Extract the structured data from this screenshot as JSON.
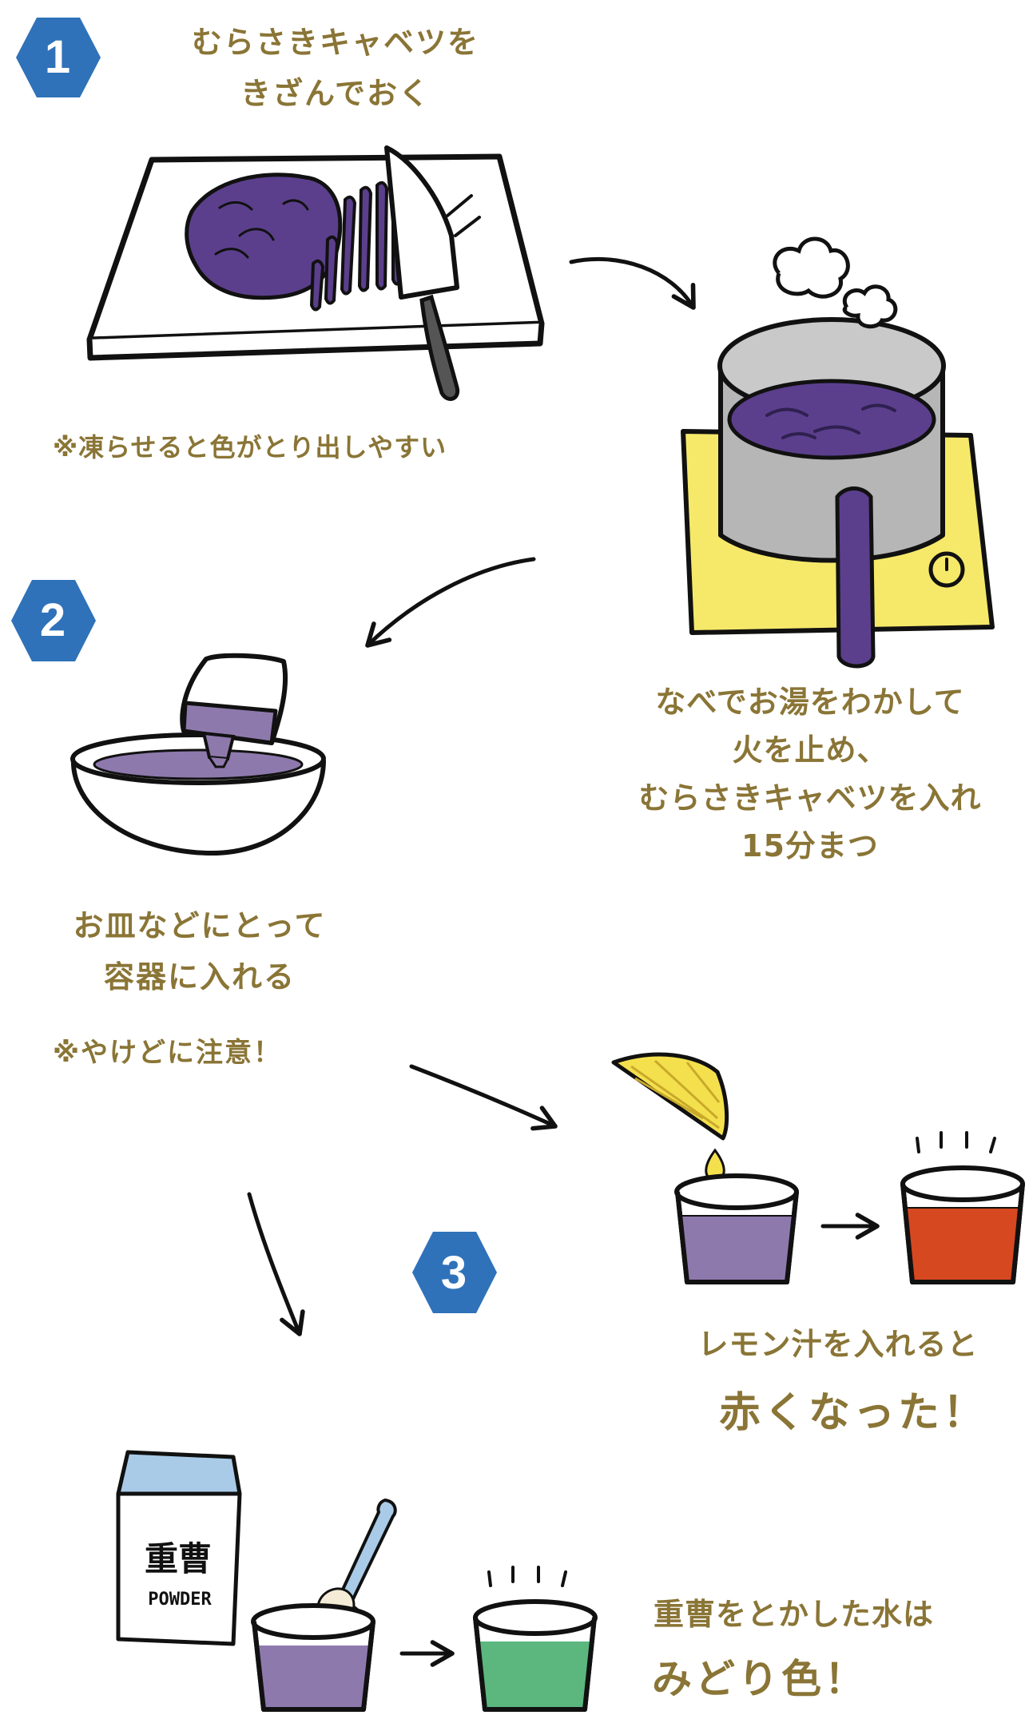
{
  "steps": [
    {
      "number": "1"
    },
    {
      "number": "2"
    },
    {
      "number": "3"
    }
  ],
  "step1": {
    "title_line1": "むらさきキャベツを",
    "title_line2": "きざんでおく",
    "note": "※凍らせると色がとり出しやすい"
  },
  "boil": {
    "line1": "なべでお湯をわかして",
    "line2": "火を止め、",
    "line3": "むらさきキャベツを入れ",
    "line4": "15分まつ"
  },
  "step2": {
    "line1": "お皿などにとって",
    "line2": "容器に入れる",
    "note": "※やけどに注意！"
  },
  "lemon": {
    "line1": "レモン汁を入れると",
    "line2": "赤くなった！"
  },
  "soda": {
    "line1": "重曹をとかした水は",
    "line2": "みどり色！",
    "package_kanji": "重曹",
    "package_label": "POWDER"
  },
  "colors": {
    "badge": "#2f72b9",
    "text": "#8a7536",
    "cabbage_purple": "#5b3f8c",
    "liquid_purple": "#8e79ad",
    "lemon_yellow": "#f4e04d",
    "red_liquid": "#d6481f",
    "green_liquid": "#5bb77e",
    "stove_yellow": "#f6e96a",
    "pot_gray": "#b6b6b6",
    "soda_blue": "#a9cbe8"
  }
}
